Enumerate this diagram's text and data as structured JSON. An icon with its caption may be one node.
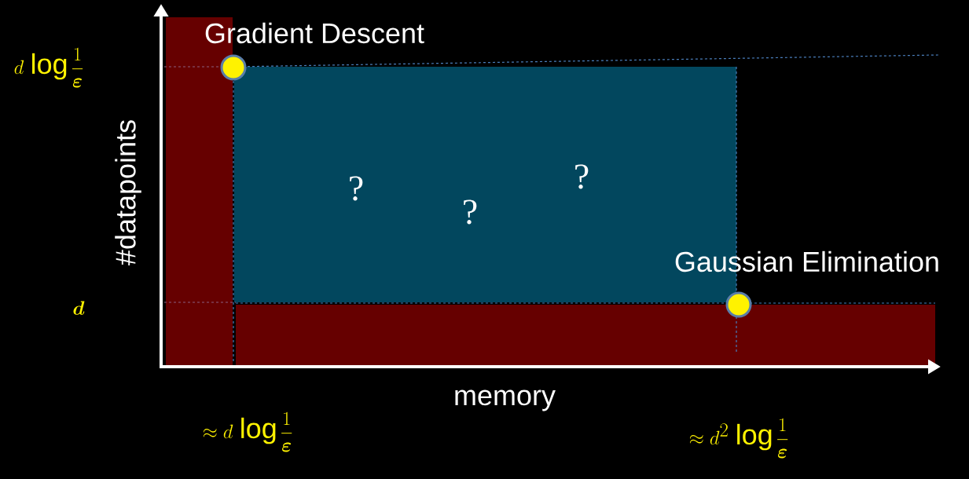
{
  "diagram": {
    "nodes": [
      {
        "text": [
          "?",
          "?",
          "?"
        ]
      }
    ],
    "labels": [
      "Gradient Descent",
      "d\\,\\log\\frac{1}{\\boldsymbol{\\varepsilon}}",
      "#datapoints",
      "Gaussian Elimination",
      "\\boldsymbol{d}",
      "memory",
      "\\approx d\\,\\log\\frac{1}{\\boldsymbol{\\varepsilon}}",
      "\\approx d^{2}\\,\\log\\frac{1}{\\boldsymbol{\\varepsilon}}"
    ]
  }
}
